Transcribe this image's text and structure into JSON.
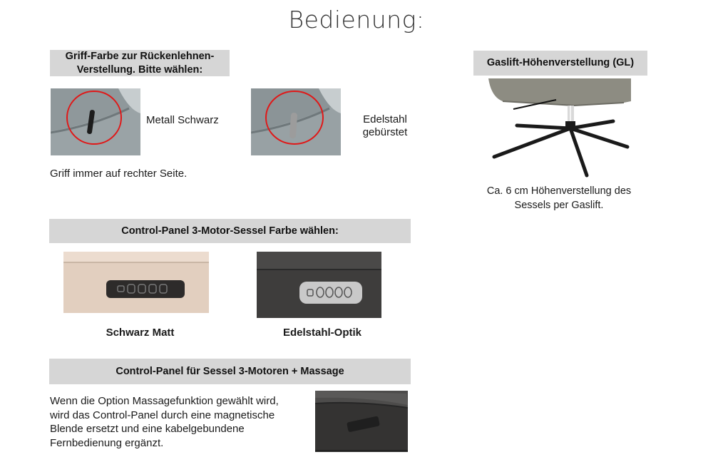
{
  "page": {
    "title": "Bedienung:"
  },
  "griff": {
    "heading": "Griff-Farbe zur Rückenlehnen-\nVerstellung. Bitte wählen:",
    "option1_label": "Metall Schwarz",
    "option2_label": "Edelstahl\ngebürstet",
    "note": "Griff immer auf rechter Seite."
  },
  "gaslift": {
    "heading": "Gaslift-Höhenverstellung (GL)",
    "caption": "Ca. 6 cm Höhenverstellung des\nSessels per Gaslift."
  },
  "control_panel": {
    "heading": "Control-Panel 3-Motor-Sessel Farbe wählen:",
    "option1_label": "Schwarz Matt",
    "option2_label": "Edelstahl-Optik"
  },
  "massage": {
    "heading": "Control-Panel für Sessel 3-Motoren +  Massage",
    "text": "Wenn die Option Massagefunktion gewählt wird,\nwird das Control-Panel durch eine magnetische\nBlende ersetzt und eine kabelgebundene\nFernbedienung ergänzt."
  },
  "colors": {
    "bar_bg": "#d6d6d6",
    "highlight_circle": "#e01818",
    "fabric_grey": "#8d9699",
    "leather_beige": "#e3d1c2",
    "leather_dark": "#3f3f3f"
  }
}
